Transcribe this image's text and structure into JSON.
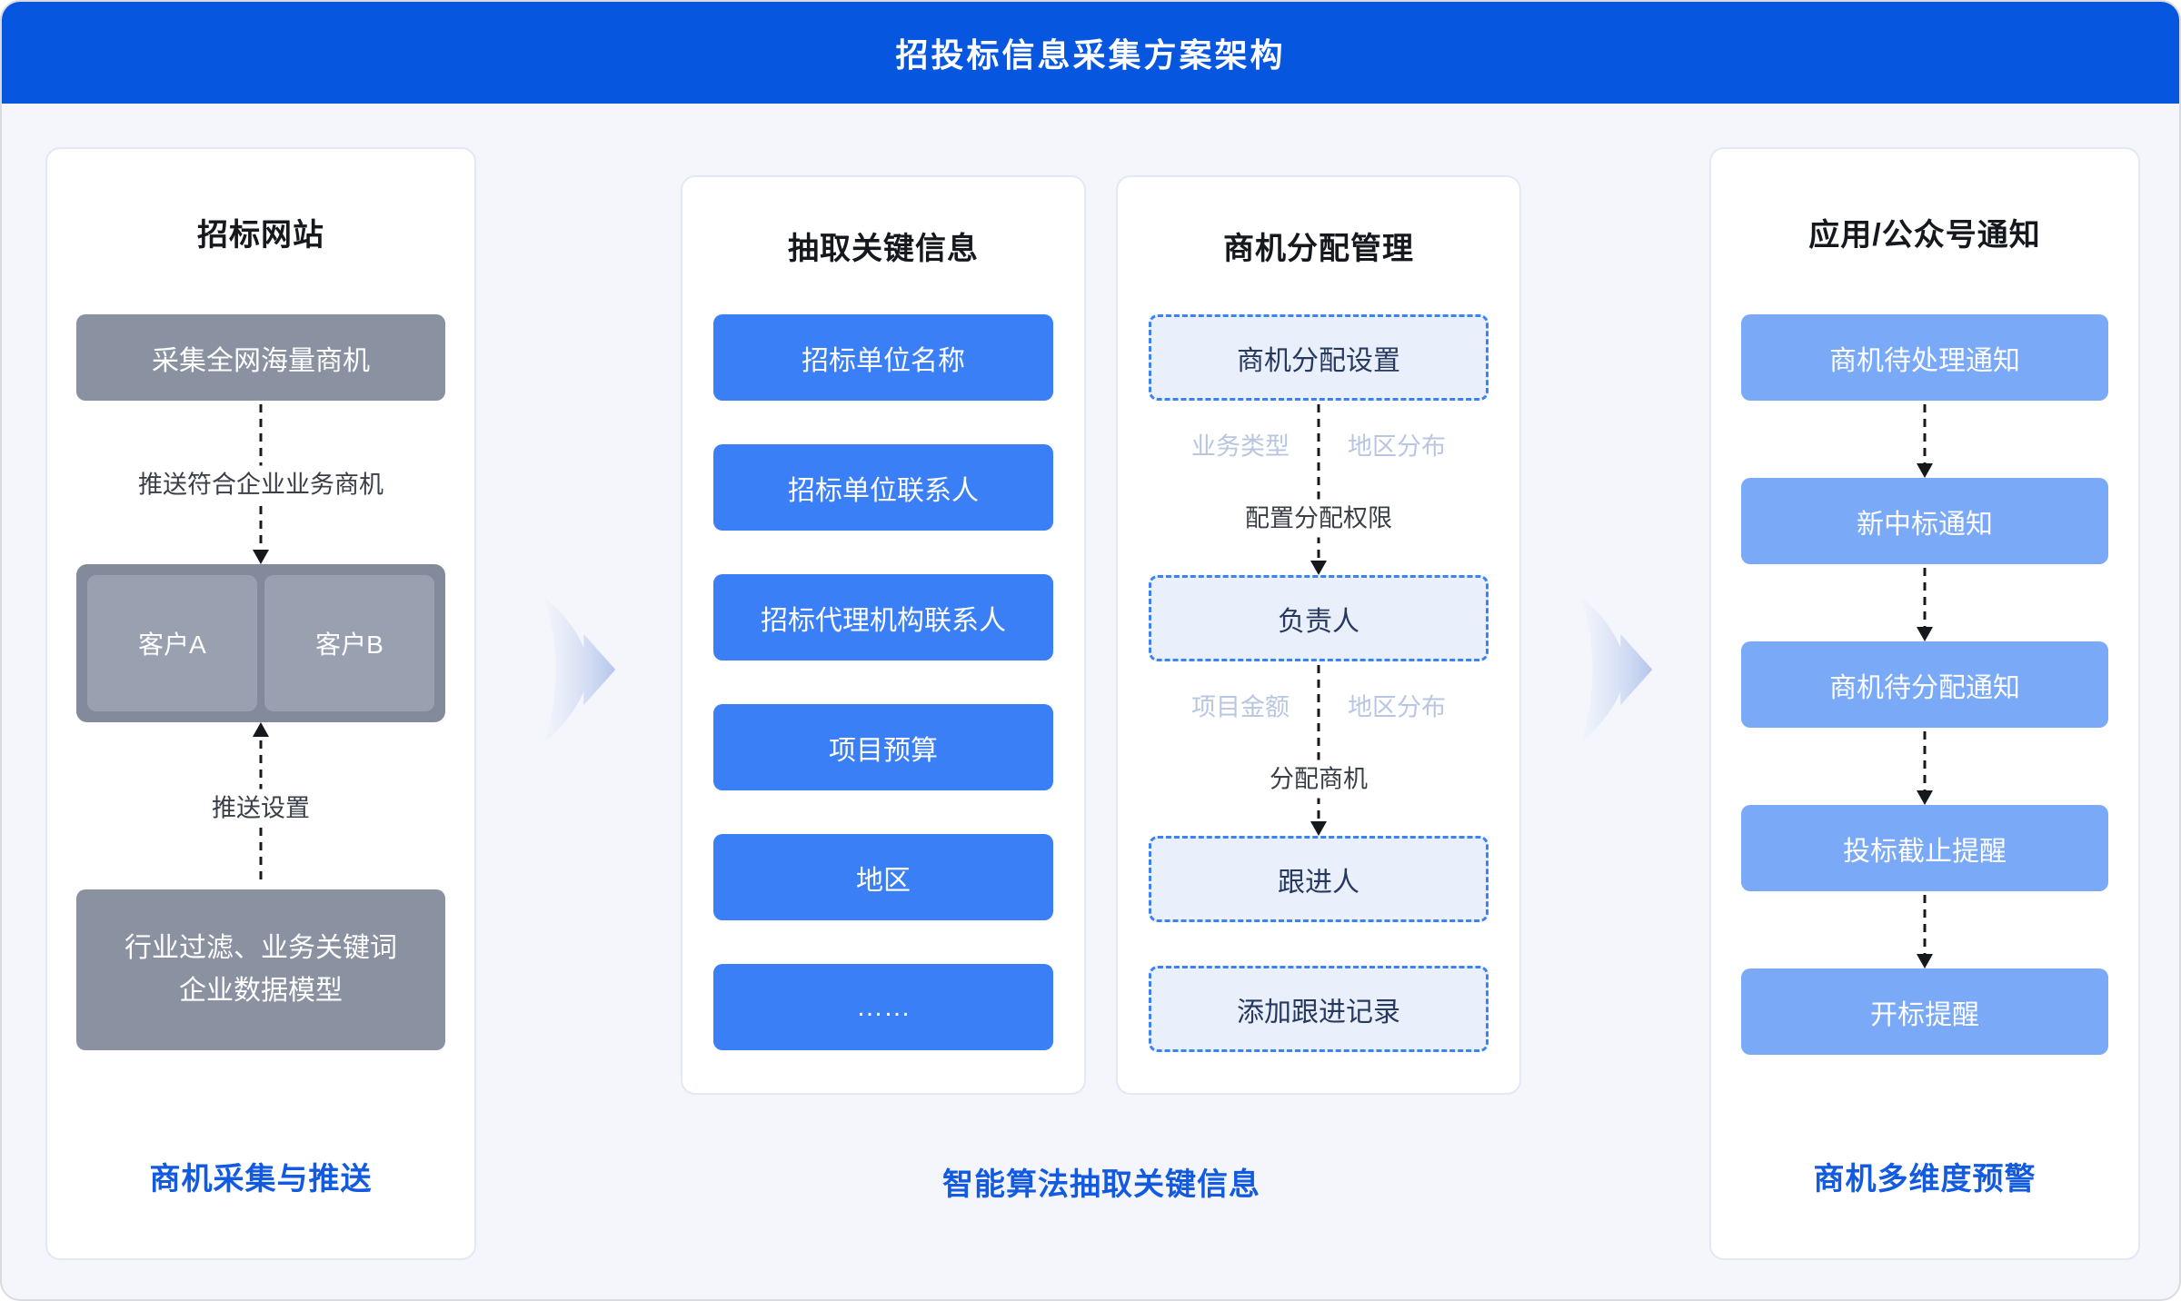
{
  "header": {
    "title": "招投标信息采集方案架构"
  },
  "columns": {
    "collect": {
      "title": "招标网站",
      "box_collect": "采集全网海量商机",
      "label_push": "推送符合企业业务商机",
      "customer_a": "客户A",
      "customer_b": "客户B",
      "label_push_settings": "推送设置",
      "box_filter_line1": "行业过滤、业务关键词",
      "box_filter_line2": "企业数据模型",
      "footer": "商机采集与推送"
    },
    "extract": {
      "title": "抽取关键信息",
      "items": [
        "招标单位名称",
        "招标单位联系人",
        "招标代理机构联系人",
        "项目预算",
        "地区",
        "……"
      ]
    },
    "assign": {
      "title": "商机分配管理",
      "box_settings": "商机分配设置",
      "conn1": {
        "tag_left": "业务类型",
        "tag_right": "地区分布",
        "action": "配置分配权限"
      },
      "box_owner": "负责人",
      "conn2": {
        "tag_left": "项目金额",
        "tag_right": "地区分布",
        "action": "分配商机"
      },
      "box_follower": "跟进人",
      "box_record": "添加跟进记录"
    },
    "notify": {
      "title": "应用/公众号通知",
      "items": [
        "商机待处理通知",
        "新中标通知",
        "商机待分配通知",
        "投标截止提醒",
        "开标提醒"
      ],
      "footer": "商机多维度预警"
    }
  },
  "center_footer": "智能算法抽取关键信息",
  "colors": {
    "header_bg": "#0656e0",
    "accent_blue": "#125ae0",
    "button_blue": "#3b7ff6",
    "button_light_blue": "#7aa9f8",
    "dashed_border_blue": "#3b82f6",
    "dashed_fill": "#e9f0fc",
    "gray_box": "#8a92a2",
    "background": "#f4f6fb"
  }
}
